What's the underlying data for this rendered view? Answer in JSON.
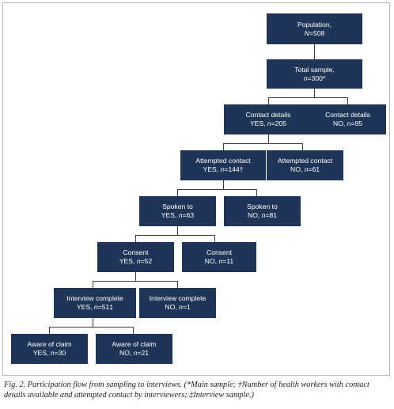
{
  "nodes": {
    "population": {
      "line1": "Population,",
      "line2_prefix": "N",
      "line2_rest": "=508"
    },
    "total_sample": {
      "line1": "Total sample,",
      "line2_prefix": "n",
      "line2_rest": "=300*"
    },
    "contact_yes": {
      "line1": "Contact details",
      "line2_label": "YES, ",
      "line2_var": "n",
      "line2_rest": "=205"
    },
    "contact_no": {
      "line1": "Contact details",
      "line2_label": "NO, ",
      "line2_var": "n",
      "line2_rest": "=95"
    },
    "attempted_yes": {
      "line1": "Attempted contact",
      "line2_label": "YES, ",
      "line2_var": "n",
      "line2_rest": "=144†"
    },
    "attempted_no": {
      "line1": "Attempted contact",
      "line2_label": "NO, ",
      "line2_var": "n",
      "line2_rest": "=61"
    },
    "spoken_yes": {
      "line1": "Spoken to",
      "line2_label": "YES, ",
      "line2_var": "n",
      "line2_rest": "=63"
    },
    "spoken_no": {
      "line1": "Spoken to",
      "line2_label": "NO, ",
      "line2_var": "n",
      "line2_rest": "=81"
    },
    "consent_yes": {
      "line1": "Consent",
      "line2_label": "YES, ",
      "line2_var": "n",
      "line2_rest": "=52"
    },
    "consent_no": {
      "line1": "Consent",
      "line2_label": "NO, ",
      "line2_var": "n",
      "line2_rest": "=11"
    },
    "interview_yes": {
      "line1": "Interview complete",
      "line2_label": "YES, ",
      "line2_var": "n",
      "line2_rest": "=51‡"
    },
    "interview_no": {
      "line1": "Interview complete",
      "line2_label": "NO, ",
      "line2_var": "n",
      "line2_rest": "=1"
    },
    "aware_yes": {
      "line1": "Aware of claim",
      "line2_label": "YES, ",
      "line2_var": "n",
      "line2_rest": "=30"
    },
    "aware_no": {
      "line1": "Aware of claim",
      "line2_label": "NO, ",
      "line2_var": "n",
      "line2_rest": "=21"
    }
  },
  "caption": {
    "fig": "Fig. 2.",
    "text": " Participation flow from sampling to interviews. (*Main sample; †Number of health workers with contact details available and attempted contact by interviewers; ‡Interview sample.)"
  },
  "colors": {
    "node_fill": "#1f3557",
    "node_text": "#ffffff",
    "connector": "#3d3d3d",
    "frame": "#b9b9b9"
  }
}
